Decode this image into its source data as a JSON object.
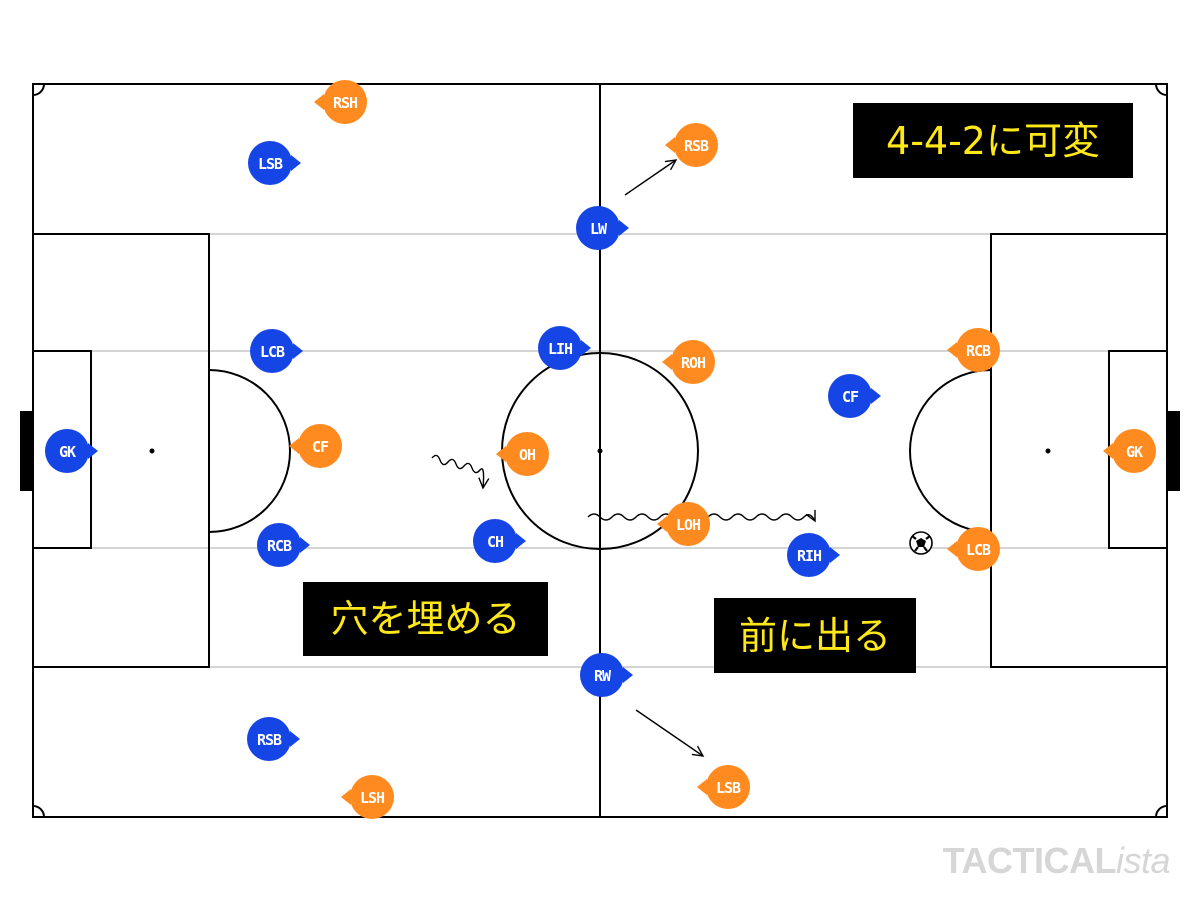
{
  "colors": {
    "home": "#1645e6",
    "away": "#ff8a1f",
    "annotation_bg": "#000000",
    "annotation_text": "#ffe81a",
    "watermark": "#d6d6d6"
  },
  "annotations": {
    "formation": "4-4-2に可変",
    "fill_gap": "穴を埋める",
    "step_out": "前に出る"
  },
  "watermark": {
    "main": "TACTICAL",
    "suffix": "ista"
  },
  "players": {
    "home": [
      "GK",
      "LSB",
      "LCB",
      "RCB",
      "RSB",
      "LW",
      "LIH",
      "CH",
      "RW",
      "CF",
      "RIH"
    ],
    "away": [
      "RSH",
      "RSB",
      "CF",
      "OH",
      "ROH",
      "LOH",
      "LSH",
      "LSB",
      "RCB",
      "LCB",
      "GK"
    ]
  },
  "icons": {
    "ball": "soccer-ball-icon",
    "run_arrow": "arrow-icon",
    "dribble": "wavy-arrow-icon"
  }
}
